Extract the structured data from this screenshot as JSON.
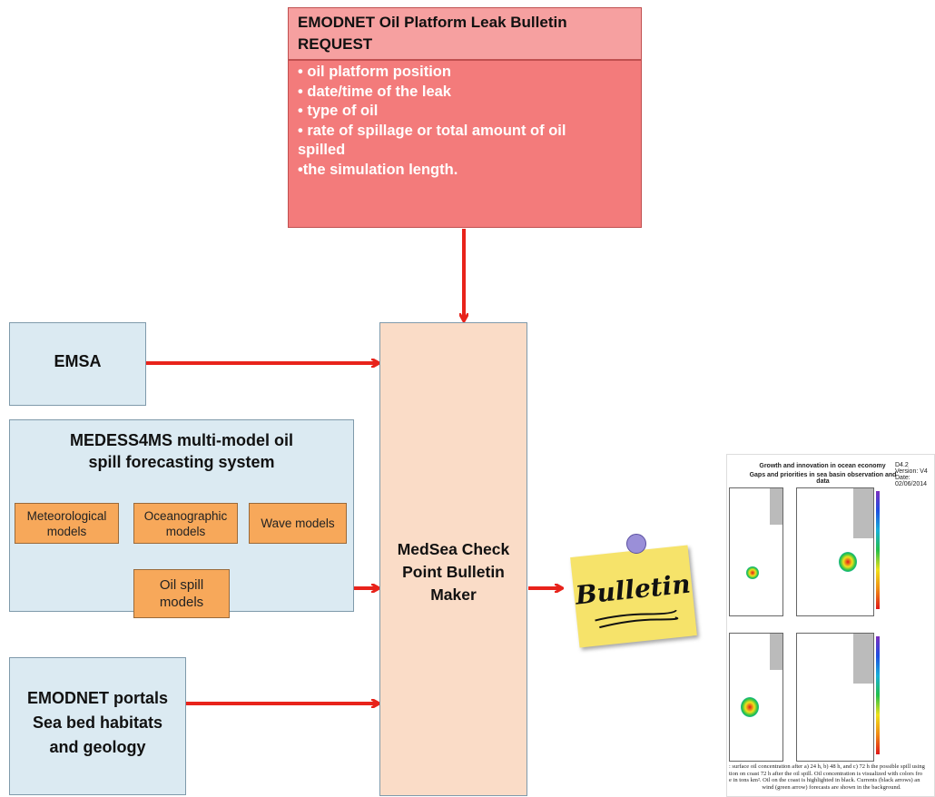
{
  "request": {
    "title_line1": "EMODNET Oil Platform Leak Bulletin",
    "title_line2": "REQUEST",
    "items": [
      "• oil platform position",
      "• date/time of the leak",
      "• type of oil",
      "• rate of spillage or total amount of oil",
      "spilled",
      "•the simulation length."
    ]
  },
  "emsa": {
    "label": "EMSA"
  },
  "medess": {
    "title_line1": "MEDESS4MS multi-model oil",
    "title_line2": "spill forecasting system",
    "meteorological": [
      "Meteorological",
      "models"
    ],
    "oceanographic": [
      "Oceanographic",
      "models"
    ],
    "wave": "Wave models",
    "oil_spill": [
      "Oil spill",
      "models"
    ]
  },
  "emodnet": {
    "lines": [
      "EMODNET portals",
      "Sea bed habitats",
      "and geology"
    ]
  },
  "maker": {
    "lines": [
      "MedSea Check",
      "Point Bulletin",
      "Maker"
    ]
  },
  "note": {
    "label": "Bulletin"
  },
  "doc": {
    "title_line1": "Growth and innovation in ocean economy",
    "title_line2": "Gaps and priorities in sea basin observation and data",
    "meta_line1": "D4.2",
    "meta_line2": "Version: V4",
    "meta_line3": "Date: 02/06/2014",
    "caption": [
      ": surface oil concentration after a) 24 h, b) 48 h, and c) 72 h the possible spill using",
      "tion on coast 72 h after the oil spill. Oil concentration is visualized with colors fro",
      "e in tons km². Oil on the coast is highlighted in black. Currents (black arrows) an",
      "wind (green arrow) forecasts are shown in the background."
    ]
  },
  "colors": {
    "arrow": "#e8231b",
    "blue_arrow": "#6f9bd1",
    "request_header": "#f6a0a0",
    "request_body": "#f37b7b",
    "blue_box": "#dbeaf2",
    "orange_box": "#f7a85a",
    "maker_box": "#fadcc7",
    "note": "#f6e36a"
  }
}
